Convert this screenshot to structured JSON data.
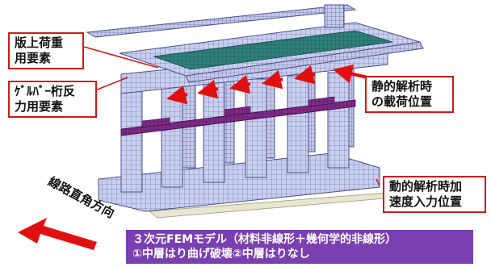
{
  "labels": {
    "slab_load": [
      "版上荷重",
      "用要素"
    ],
    "gerber_reaction": [
      "ｹﾞﾙﾊﾞｰ桁反",
      "力用要素"
    ],
    "static_load": [
      "静的解析時",
      "の載荷位置"
    ],
    "dynamic_input": [
      "動的解析時加",
      "速度入力位置"
    ],
    "direction": "線路直角方向"
  },
  "caption": {
    "line1": "３次元FEMモデル（材料非線形＋幾何学的非線形）",
    "line2": "①中層はり曲げ破壊②中層はりなし"
  },
  "colors": {
    "mesh_fill": "#c9cfee",
    "mesh_line": "#5a5f9a",
    "deck_green": "#2f7f7a",
    "beam_purple": "#7d2a86",
    "arrow_red": "#e01010",
    "caption_bg": "#7a3fb0"
  }
}
